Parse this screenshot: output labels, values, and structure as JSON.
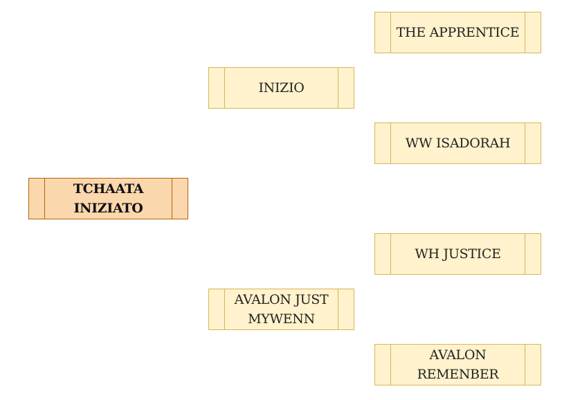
{
  "pedigree": {
    "subject": {
      "name": "TCHAATA INIZIATO"
    },
    "parents": [
      {
        "name": "INIZIO"
      },
      {
        "name": "AVALON JUST MYWENN"
      }
    ],
    "grandparents": [
      {
        "name": "THE APPRENTICE"
      },
      {
        "name": "WW ISADORAH"
      },
      {
        "name": "WH JUSTICE"
      },
      {
        "name": "AVALON REMENBER"
      }
    ]
  },
  "colors": {
    "subject_fill": "#fad7ac",
    "subject_border": "#b46504",
    "ancestor_fill": "#fff2cc",
    "ancestor_border": "#d6b656"
  }
}
